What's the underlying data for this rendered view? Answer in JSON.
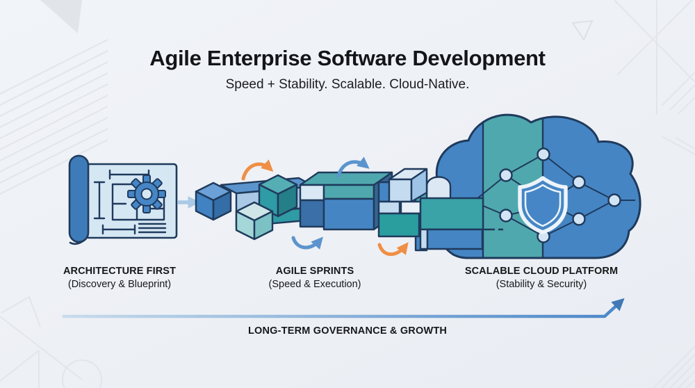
{
  "header": {
    "title": "Agile Enterprise Software Development",
    "subtitle": "Speed + Stability. Scalable. Cloud-Native."
  },
  "stages": [
    {
      "label": "ARCHITECTURE FIRST",
      "sublabel": "(Discovery & Blueprint)",
      "icon": "blueprint-scroll-icon"
    },
    {
      "label": "AGILE SPRINTS",
      "sublabel": "(Speed & Execution)",
      "icon": "isometric-blocks-icon"
    },
    {
      "label": "SCALABLE CLOUD PLATFORM",
      "sublabel": "(Stability & Security)",
      "icon": "cloud-shield-icon"
    }
  ],
  "flow": {
    "baseline_label": "LONG-TERM GOVERNANCE & GROWTH",
    "baseline_arrow": "growth-arrow-icon"
  },
  "icons": [
    "blueprint-scroll-icon",
    "gear-icon",
    "flow-arrow-icon",
    "isometric-blocks-icon",
    "curved-arrow-orange-icon",
    "curved-arrow-blue-icon",
    "cloud-icon",
    "network-nodes-icon",
    "shield-icon",
    "growth-arrow-icon"
  ],
  "colors": {
    "background": "#eef1f6",
    "outline_navy": "#1f3a5c",
    "blue": "#4585c4",
    "light_blue": "#c5dcf0",
    "teal": "#2a9d9f",
    "teal_soft": "#4fa8ad",
    "orange": "#ef8f45",
    "steel_blue": "#5b94cd",
    "text": "#17181a"
  }
}
